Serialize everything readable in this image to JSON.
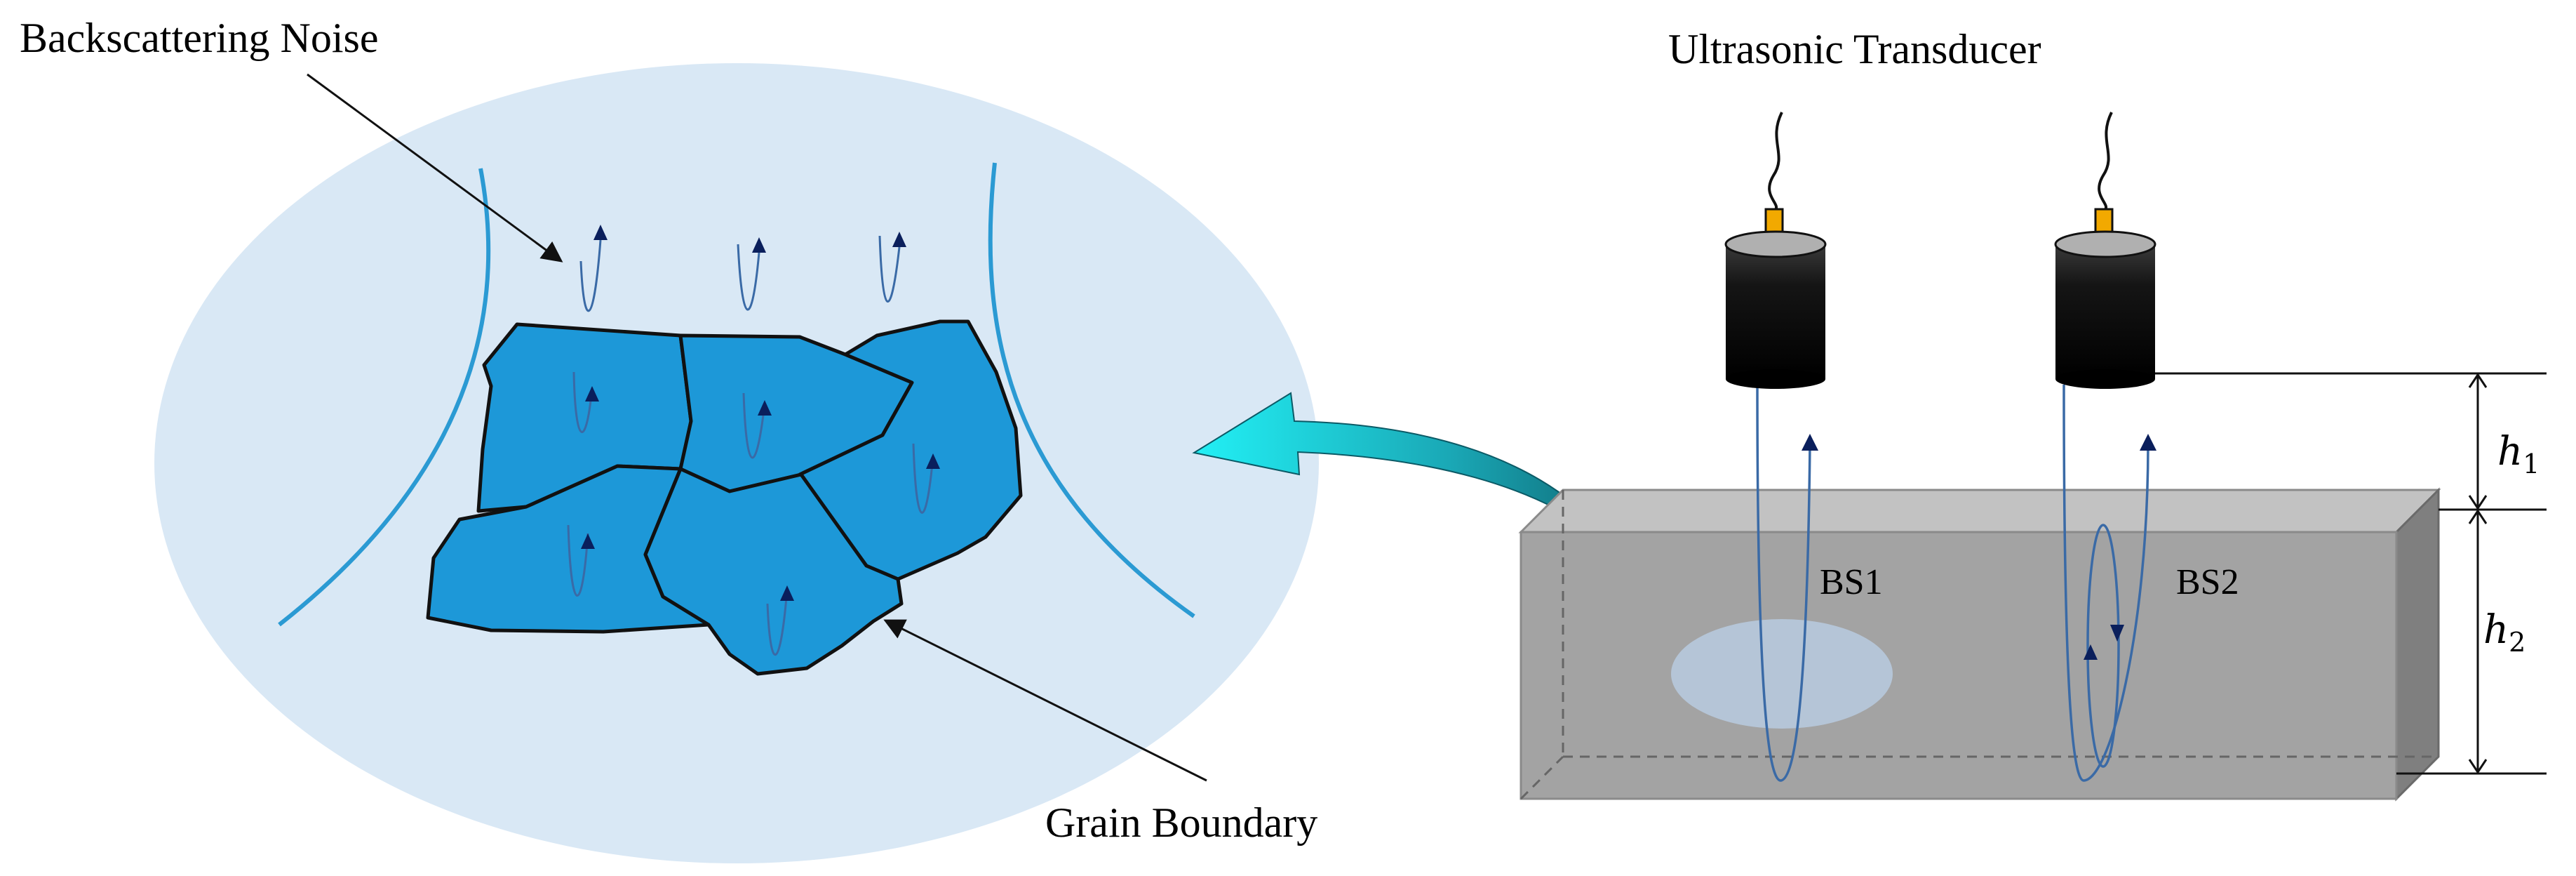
{
  "labels": {
    "backscattering_noise": "Backscattering Noise",
    "grain_boundary": "Grain Boundary",
    "ultrasonic_transducer": "Ultrasonic Transducer",
    "bs1": "BS1",
    "bs2": "BS2"
  },
  "dimensions": {
    "h1": {
      "symbol": "h",
      "subscript": "1"
    },
    "h2": {
      "symbol": "h",
      "subscript": "2"
    }
  },
  "colors": {
    "ellipse_bg": "#d9e8f5",
    "grain_fill": "#1d98d8",
    "grain_edge": "#111111",
    "wave_arrow": "#0a1f5c",
    "wave_line": "#3a6aa6",
    "boundary_curve": "#2b9ad3",
    "block_front": "#a3a3a3",
    "block_top": "#c2c2c2",
    "block_side": "#7f7f7f",
    "transducer_body": "#111111",
    "transducer_cap": "#b0b0b0",
    "connector": "#f2a900",
    "big_arrow": "#22d3dc"
  }
}
